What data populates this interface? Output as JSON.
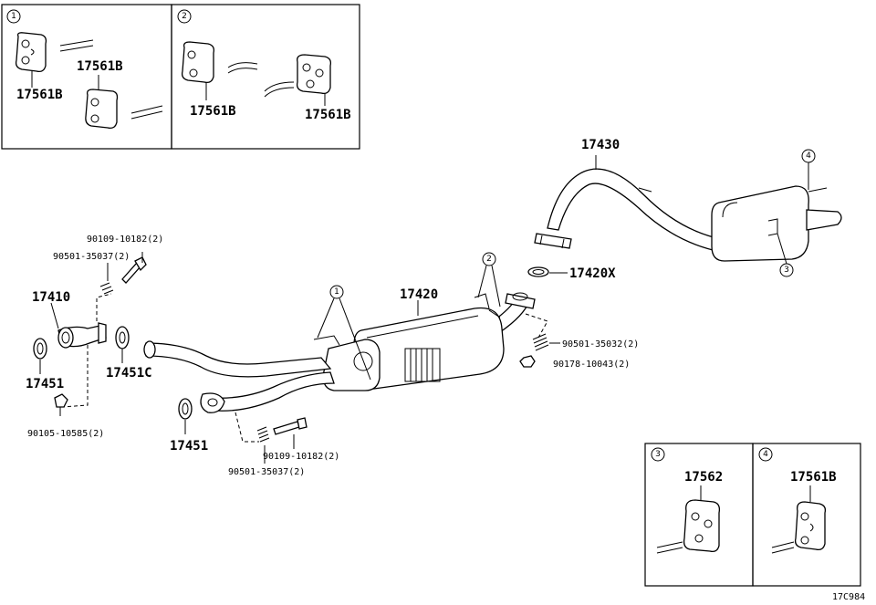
{
  "diagram_code": "17C984",
  "inset_boxes": [
    {
      "marker": "1",
      "labels": [
        "17561B",
        "17561B"
      ]
    },
    {
      "marker": "2",
      "labels": [
        "17561B",
        "17561B"
      ]
    },
    {
      "marker": "3",
      "labels": [
        "17562"
      ]
    },
    {
      "marker": "4",
      "labels": [
        "17561B"
      ]
    }
  ],
  "callouts": [
    "1",
    "2",
    "3",
    "4"
  ],
  "parts": {
    "tail_pipe": "17430",
    "gasket_rear": "17420X",
    "center_pipe": "17420",
    "front_pipe": "17410",
    "gasket_left": "17451",
    "gasket_c": "17451C",
    "gasket_lower": "17451",
    "spring_right": "90501-35032(2)",
    "nut_right": "90178-10043(2)",
    "bolt_top": "90109-10182(2)",
    "spring_top": "90501-35037(2)",
    "bolt_left": "90105-10585(2)",
    "bolt_lower": "90109-10182(2)",
    "spring_lower": "90501-35037(2)"
  }
}
